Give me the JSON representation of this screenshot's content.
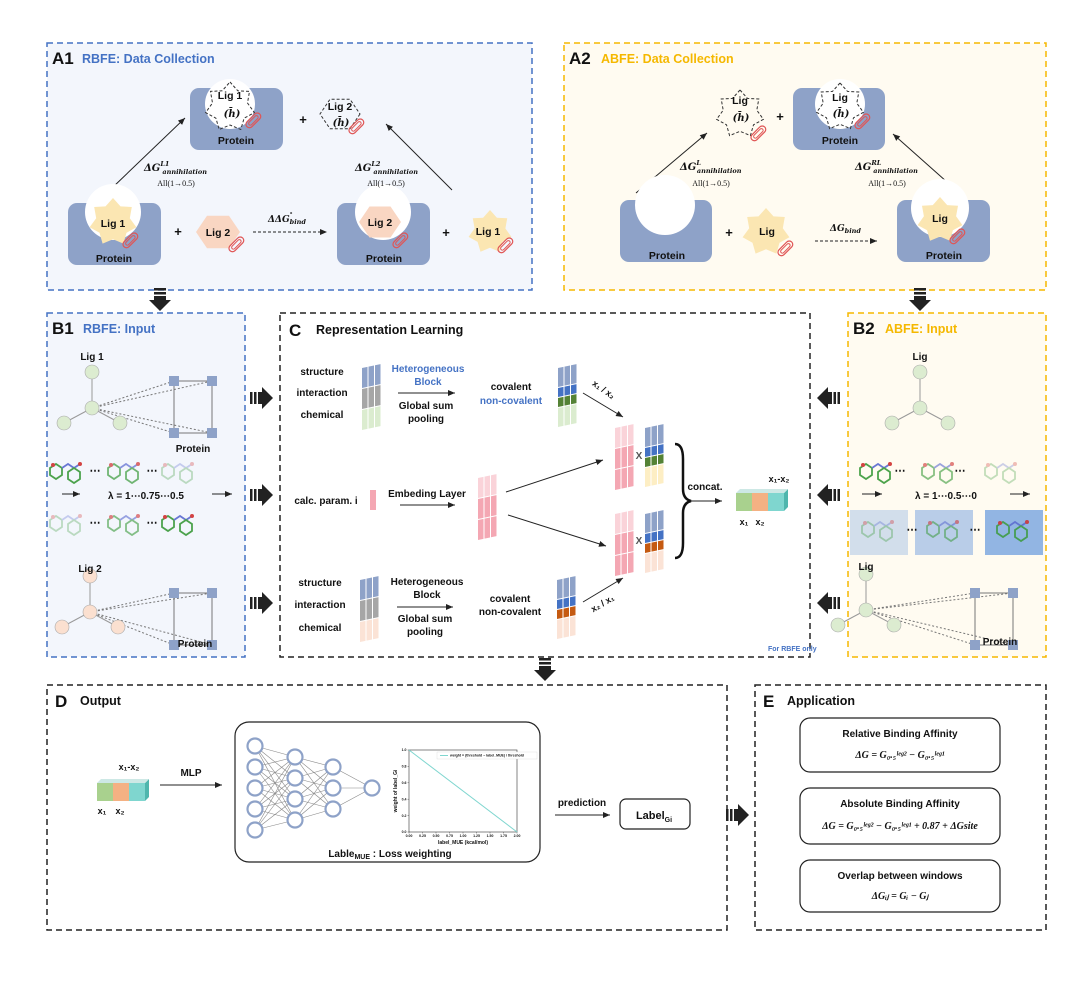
{
  "colors": {
    "rbfe": "#4472c4",
    "abfe": "#f5b800",
    "protein": "#8ea2c8",
    "ligand_star": "#fbe6b2",
    "ligand_hex": "#f9d6c2",
    "clip": "#e05555",
    "teal": "#7fd6cf"
  },
  "A1": {
    "label": "A1",
    "title": "RBFE: Data Collection",
    "lig1": "Lig 1",
    "lig2": "Lig 2",
    "h": "(h̄)",
    "protein": "Protein",
    "plus": "+",
    "dg_left": {
      "main": "ΔG",
      "sup": "L1",
      "sub": "annihilation"
    },
    "dg_right": {
      "main": "ΔG",
      "sup": "L2",
      "sub": "annihilation"
    },
    "all": "All(1→0.5)",
    "ddg": {
      "main": "ΔΔG",
      "sup": "°",
      "sub": "bind"
    }
  },
  "A2": {
    "label": "A2",
    "title": "ABFE: Data Collection",
    "lig": "Lig",
    "h": "(h̄)",
    "protein": "Protein",
    "plus": "+",
    "dg_left": {
      "main": "ΔG",
      "sup": "L",
      "sub": "annihilation"
    },
    "dg_right": {
      "main": "ΔG",
      "sup": "RL",
      "sub": "annihilation"
    },
    "all": "All(1→0.5)",
    "dg_bind": {
      "main": "ΔG",
      "sub": "bind"
    }
  },
  "B1": {
    "label": "B1",
    "title": "RBFE: Input",
    "lig1": "Lig 1",
    "lig2": "Lig 2",
    "protein": "Protein",
    "dots": "⋯",
    "lambda": "λ = 1⋯0.75⋯0.5"
  },
  "B2": {
    "label": "B2",
    "title": "ABFE: Input",
    "lig": "Lig",
    "protein": "Protein",
    "dots": "⋯",
    "lambda": "λ = 1⋯0.5⋯0"
  },
  "C": {
    "label": "C",
    "title": "Representation Learning",
    "features": [
      "structure",
      "interaction",
      "chemical"
    ],
    "hetero_block": "Heterogeneous Block",
    "hetero1": "Heterogeneous",
    "hetero2": "Block",
    "pool1": "Global sum",
    "pool2": "pooling",
    "covalent": "covalent",
    "noncovalent": "non-covalent",
    "calc_param": "calc. param. i",
    "embedding": "Embeding Layer",
    "x1x2": "x₁ / x₂",
    "x2x1": "x₂ / x₁",
    "times": "X",
    "concat": "concat.",
    "diff": "x₁-x₂",
    "x1": "x₁",
    "x2": "x₂",
    "note": "For RBFE only",
    "stack_colors": {
      "blue": "#8ea2c8",
      "gray": "#a6a6a6",
      "green_light": "#dbeccf",
      "peach_light": "#fbe3d6",
      "dark_blue": "#4472c4",
      "green": "#548235",
      "orange": "#c55a11",
      "yellow_light": "#fdeec4",
      "pink": "#f4a7b3",
      "pink_light": "#fad3d9"
    }
  },
  "D": {
    "label": "D",
    "title": "Output",
    "diff": "x₁-x₂",
    "x1": "x₁",
    "x2": "x₂",
    "mlp": "MLP",
    "loss_label": "Lable",
    "loss_sub": "MUE",
    "loss_suffix": " :  Loss weighting",
    "prediction": "prediction",
    "out_label": "Label",
    "out_sub": "Gi"
  },
  "E": {
    "label": "E",
    "title": "Application",
    "items": [
      {
        "title": "Relative Binding Affinity",
        "formula": "ΔG = G₀.₅ˡᵉᵍ² − G₀.₅ˡᵉᵍ¹"
      },
      {
        "title": "Absolute Binding Affinity",
        "formula": "ΔG = G₀.₅ˡᵉᵍ² − G₀.₅ˡᵉᵍ¹ + 0.87 + ΔGsite"
      },
      {
        "title": "Overlap between windows",
        "formula": "ΔGᵢⱼ = Gᵢ − Gⱼ"
      }
    ]
  },
  "chart_data": {
    "type": "line",
    "x": [
      0,
      2.0
    ],
    "y": [
      1.0,
      0.0
    ],
    "series": [
      {
        "name": "weight = (threshold − label_MUE) / threshold",
        "x": [
          0,
          2.0
        ],
        "y": [
          1.0,
          0.0
        ],
        "color": "#7fd6cf"
      }
    ],
    "xlabel": "label_MUE (kcal/mol)",
    "ylabel": "weight of label_Gi",
    "xlim": [
      0,
      2.0
    ],
    "ylim": [
      0,
      1.0
    ],
    "xticks": [
      "0.00",
      "0.25",
      "0.50",
      "0.75",
      "1.00",
      "1.25",
      "1.50",
      "1.75",
      "2.00"
    ],
    "yticks": [
      "0.0",
      "0.2",
      "0.4",
      "0.6",
      "0.8",
      "1.0"
    ],
    "legend": "top-right",
    "grid": false
  }
}
